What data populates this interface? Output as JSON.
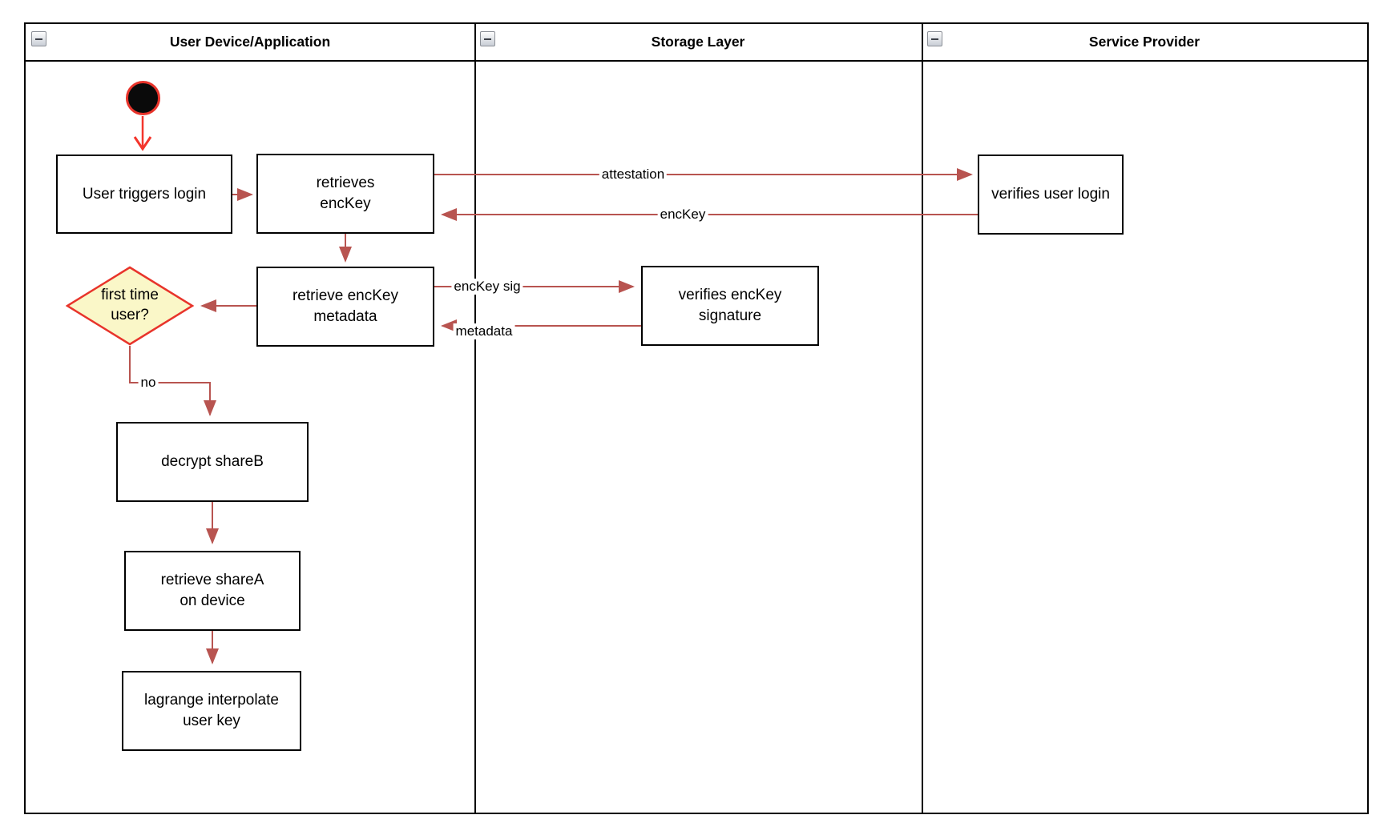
{
  "lanes": [
    {
      "title": "User Device/Application",
      "icon": "collapse-minus-icon"
    },
    {
      "title": "Storage Layer",
      "icon": "collapse-minus-icon"
    },
    {
      "title": "Service Provider",
      "icon": "collapse-minus-icon"
    }
  ],
  "nodes": {
    "start": {
      "type": "initial-node"
    },
    "user_triggers_login": {
      "label": "User triggers login"
    },
    "retrieves_enckey": {
      "label": "retrieves\nencKey"
    },
    "retrieve_enckey_metadata": {
      "label": "retrieve encKey\nmetadata"
    },
    "first_time_user": {
      "label": "first time\nuser?"
    },
    "decrypt_shareb": {
      "label": "decrypt shareB"
    },
    "retrieve_sharea": {
      "label": "retrieve shareA\non device"
    },
    "lagrange_interpolate": {
      "label": "lagrange interpolate\nuser key"
    },
    "verifies_enckey_signature": {
      "label": "verifies encKey\nsignature"
    },
    "verifies_user_login": {
      "label": "verifies user login"
    }
  },
  "edges": {
    "attestation": {
      "label": "attestation"
    },
    "enckey_return": {
      "label": "encKey"
    },
    "enckey_sig": {
      "label": "encKey sig"
    },
    "metadata_return": {
      "label": "metadata"
    },
    "decision_no": {
      "label": "no"
    }
  },
  "colors": {
    "connector": "#B85450",
    "start_connector": "#F4352C",
    "decision_fill": "#FAF7C8",
    "decision_stroke": "#E8342B",
    "shape_border": "#000000",
    "lane_border": "#000000"
  }
}
